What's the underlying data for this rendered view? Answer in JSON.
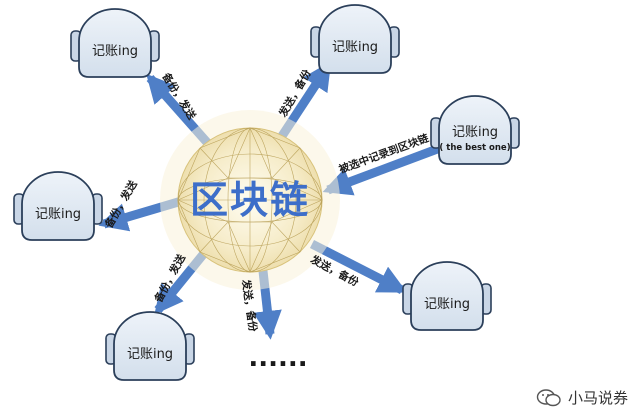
{
  "center": {
    "label": "区块链"
  },
  "nodes": [
    {
      "id": "top-left",
      "label": "记账ing"
    },
    {
      "id": "top-center",
      "label": "记账ing"
    },
    {
      "id": "right",
      "label": "记账ing",
      "sublabel": "( the best one)"
    },
    {
      "id": "left",
      "label": "记账ing"
    },
    {
      "id": "bottom-right",
      "label": "记账ing"
    },
    {
      "id": "bottom-left",
      "label": "记账ing"
    }
  ],
  "edges": [
    {
      "to": "top-left",
      "label": "备份，发送"
    },
    {
      "to": "top-center",
      "label": "发送，备份"
    },
    {
      "from": "right",
      "label": "被选中记录到区块链"
    },
    {
      "to": "left",
      "label": "备份，发送"
    },
    {
      "to": "bottom-right",
      "label": "发送，备份"
    },
    {
      "to": "bottom-left",
      "label": "备份，发送"
    },
    {
      "to": "more",
      "label": "发送，备份"
    }
  ],
  "more": {
    "label": "......"
  },
  "watermark": {
    "text": "小马说券",
    "icon": "wechat-icon"
  },
  "colors": {
    "arrow": "#4f7fc7",
    "node_fill": "#dfe8f3",
    "node_stroke": "#2b3f5a",
    "sphere_glow": "#f3e6b8",
    "center_text": "#3d6ec9"
  }
}
